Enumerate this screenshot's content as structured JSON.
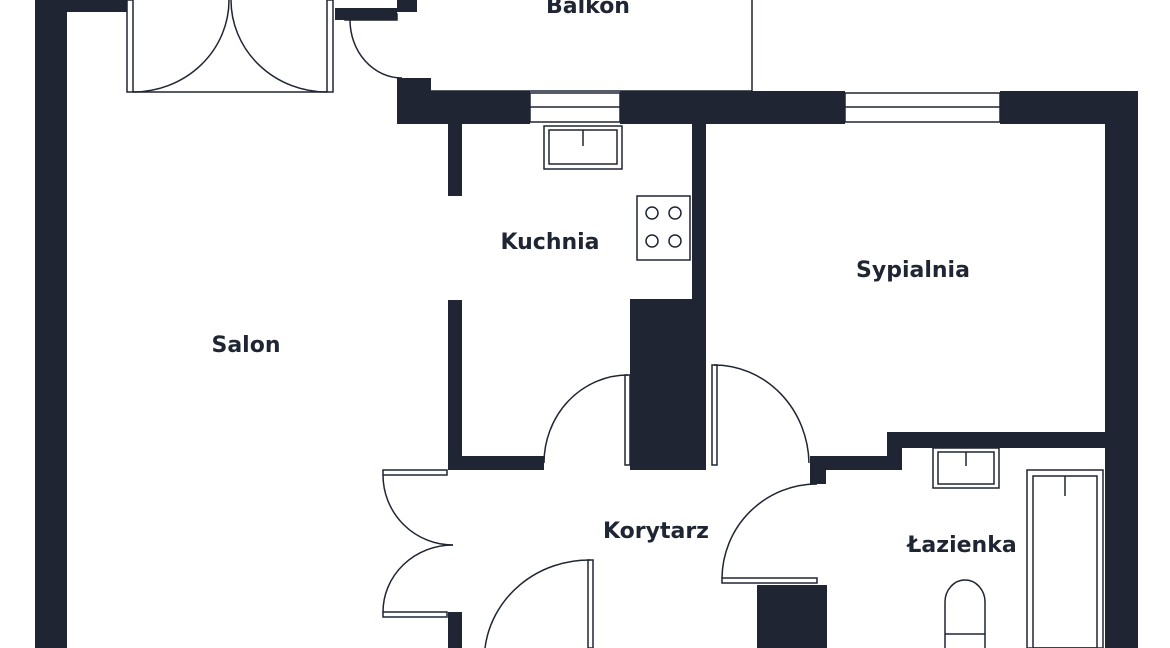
{
  "colors": {
    "wall": "#1f2533",
    "background": "#ffffff",
    "line": "#1f2533"
  },
  "rooms": {
    "balkon": "Balkon",
    "salon": "Salon",
    "kuchnia": "Kuchnia",
    "sypialnia": "Sypialnia",
    "korytarz": "Korytarz",
    "lazienka": "Łazienka"
  }
}
